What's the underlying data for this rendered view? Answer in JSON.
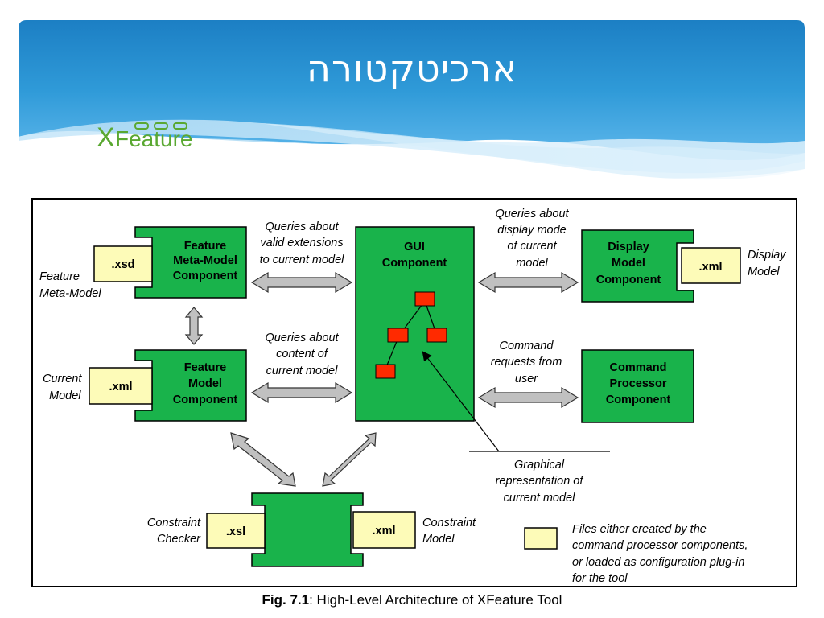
{
  "slide": {
    "title": "ארכיטקטורה",
    "logo_x": "X",
    "logo_rest": "Feature"
  },
  "colors": {
    "header_blue": "#1f86c9",
    "component_green": "#19b34b",
    "file_yellow": "#fdfbb8",
    "arrow_gray": "#c0c0c0",
    "node_red": "#ff2a00",
    "logo_green": "#5aa832"
  },
  "components": {
    "feature_metamodel": [
      "Feature",
      "Meta-Model",
      "Component"
    ],
    "feature_model": [
      "Feature",
      "Model",
      "Component"
    ],
    "gui": [
      "GUI",
      "Component"
    ],
    "display_model": [
      "Display",
      "Model",
      "Component"
    ],
    "command_processor": [
      "Command",
      "Processor",
      "Component"
    ]
  },
  "files": {
    "xsd": ".xsd",
    "xml_current": ".xml",
    "xml_display": ".xml",
    "xsl": ".xsl",
    "xml_constraint": ".xml"
  },
  "labels": {
    "feature_metamodel": [
      "Feature",
      "Meta-Model"
    ],
    "current_model": [
      "Current",
      "Model"
    ],
    "display_model": [
      "Display",
      "Model"
    ],
    "constraint_checker": [
      "Constraint",
      "Checker"
    ],
    "constraint_model": [
      "Constraint",
      "Model"
    ]
  },
  "edge_labels": {
    "valid_extensions": [
      "Queries about",
      "valid extensions",
      "to current model"
    ],
    "content": [
      "Queries about",
      "content of",
      "current model"
    ],
    "display_mode": [
      "Queries about",
      "display mode",
      "of current",
      "model"
    ],
    "command_requests": [
      "Command",
      "requests from",
      "user"
    ],
    "graphical": [
      "Graphical",
      "representation of",
      "current model"
    ]
  },
  "legend": [
    "Files either created by the",
    "command processor components,",
    "or loaded as configuration plug-in",
    "for the tool"
  ],
  "caption": {
    "fig": "Fig. 7.1",
    "text": ": High-Level Architecture of XFeature Tool"
  }
}
